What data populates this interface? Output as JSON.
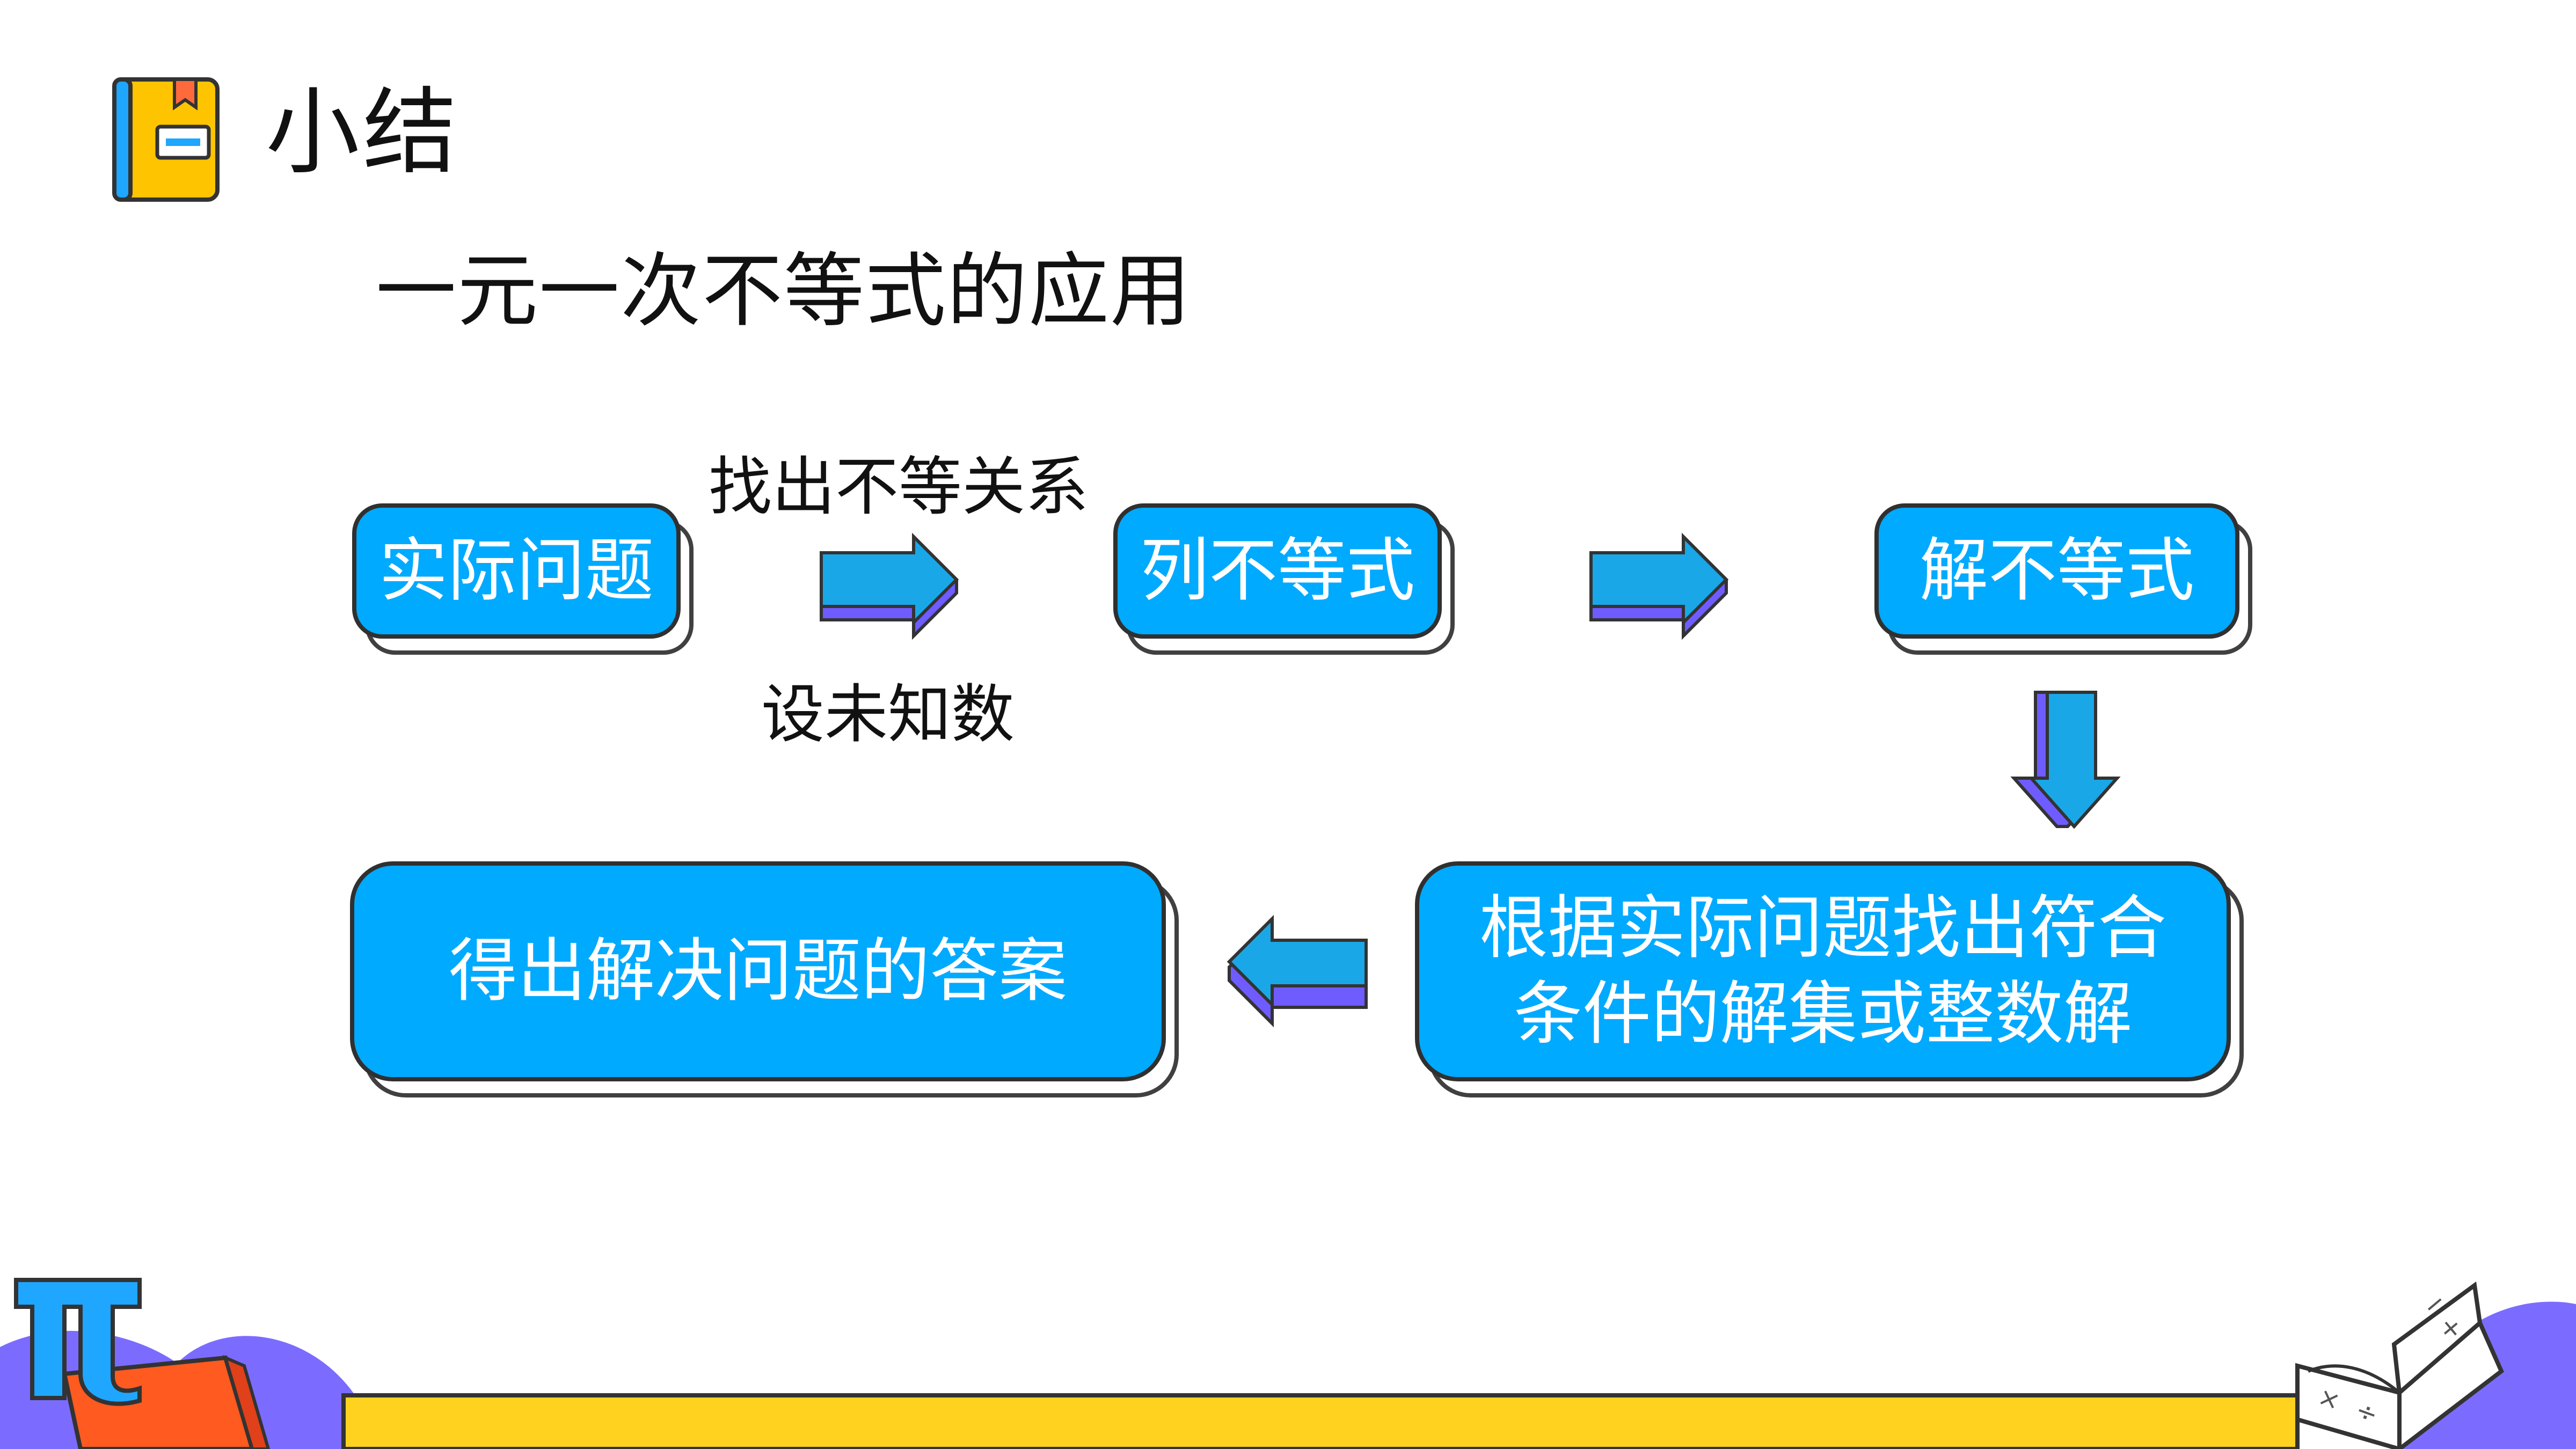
{
  "header": {
    "title": "小结",
    "subtitle": "一元一次不等式的应用"
  },
  "flow": {
    "step1": "实际问题",
    "step2": "列不等式",
    "step3": "解不等式",
    "step4_line1": "根据实际问题找出符合",
    "step4_line2": "条件的解集或整数解",
    "step5": "得出解决问题的答案",
    "note_above_arrow1": "找出不等关系",
    "note_below_arrow1": "设未知数"
  },
  "colors": {
    "box_fill": "#00aaff",
    "arrow_face": "#1aa7e8",
    "arrow_side": "#6f5cff",
    "book_icon": "#ffc400",
    "yellow_band": "#ffd21f",
    "purple_hill": "#7b6cff",
    "pi_symbol": "#1fa6ff"
  },
  "icons": {
    "title_icon": "book-bookmark-icon",
    "pi": "pi-symbol-icon",
    "open_book": "math-book-icon"
  }
}
